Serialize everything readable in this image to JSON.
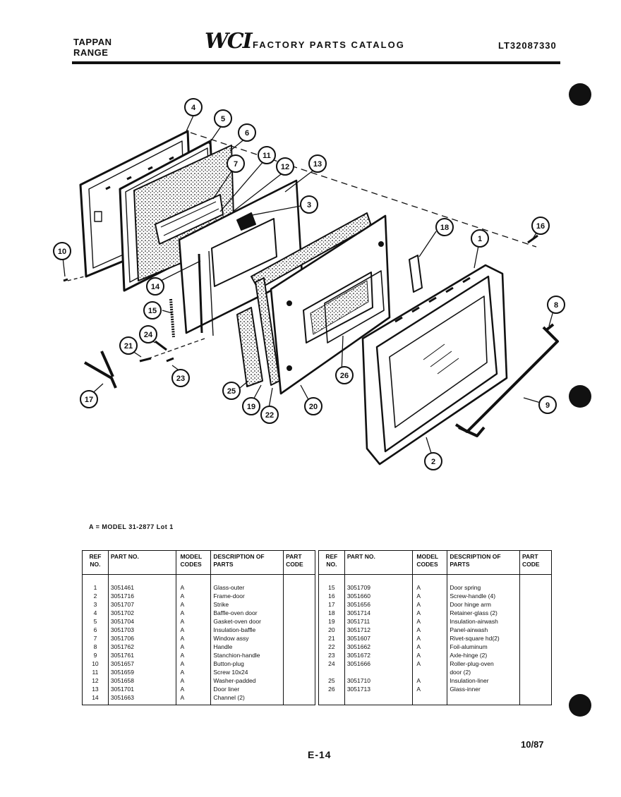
{
  "header": {
    "brand_line1": "TAPPAN",
    "brand_line2": "RANGE",
    "logo": "WCI",
    "catalog_title": "FACTORY PARTS CATALOG",
    "doc_number": "LT32087330"
  },
  "diagram": {
    "callouts": [
      "1",
      "2",
      "3",
      "4",
      "5",
      "6",
      "7",
      "8",
      "9",
      "10",
      "11",
      "12",
      "13",
      "14",
      "15",
      "16",
      "17",
      "18",
      "19",
      "20",
      "21",
      "22",
      "23",
      "24",
      "25",
      "26"
    ]
  },
  "model_note": "A = MODEL 31-2877  Lot 1",
  "table": {
    "headers": {
      "ref": "REF NO.",
      "part": "PART NO.",
      "model": "MODEL CODES",
      "desc": "DESCRIPTION OF PARTS",
      "code": "PART CODE"
    },
    "rows": [
      {
        "l_ref": "1",
        "l_part": "3051461",
        "l_model": "A",
        "l_desc": "Glass-outer",
        "r_ref": "15",
        "r_part": "3051709",
        "r_model": "A",
        "r_desc": "Door spring"
      },
      {
        "l_ref": "2",
        "l_part": "3051716",
        "l_model": "A",
        "l_desc": "Frame-door",
        "r_ref": "16",
        "r_part": "3051660",
        "r_model": "A",
        "r_desc": "Screw-handle (4)"
      },
      {
        "l_ref": "3",
        "l_part": "3051707",
        "l_model": "A",
        "l_desc": "Strike",
        "r_ref": "17",
        "r_part": "3051656",
        "r_model": "A",
        "r_desc": "Door hinge arm"
      },
      {
        "l_ref": "4",
        "l_part": "3051702",
        "l_model": "A",
        "l_desc": "Baffle-oven door",
        "r_ref": "18",
        "r_part": "3051714",
        "r_model": "A",
        "r_desc": "Retainer-glass (2)"
      },
      {
        "l_ref": "5",
        "l_part": "3051704",
        "l_model": "A",
        "l_desc": "Gasket-oven door",
        "r_ref": "19",
        "r_part": "3051711",
        "r_model": "A",
        "r_desc": "Insulation-airwash"
      },
      {
        "l_ref": "6",
        "l_part": "3051703",
        "l_model": "A",
        "l_desc": "Insulation-baffle",
        "r_ref": "20",
        "r_part": "3051712",
        "r_model": "A",
        "r_desc": "Panel-airwash"
      },
      {
        "l_ref": "7",
        "l_part": "3051706",
        "l_model": "A",
        "l_desc": "Window assy",
        "r_ref": "21",
        "r_part": "3051607",
        "r_model": "A",
        "r_desc": "Rivet-square hd(2)"
      },
      {
        "l_ref": "8",
        "l_part": "3051762",
        "l_model": "A",
        "l_desc": "Handle",
        "r_ref": "22",
        "r_part": "3051662",
        "r_model": "A",
        "r_desc": "Foil-aluminum"
      },
      {
        "l_ref": "9",
        "l_part": "3051761",
        "l_model": "A",
        "l_desc": "Stanchion-handle",
        "r_ref": "23",
        "r_part": "3051672",
        "r_model": "A",
        "r_desc": "Axle-hinge (2)"
      },
      {
        "l_ref": "10",
        "l_part": "3051657",
        "l_model": "A",
        "l_desc": "Button-plug",
        "r_ref": "24",
        "r_part": "3051666",
        "r_model": "A",
        "r_desc": "Roller-plug-oven"
      },
      {
        "l_ref": "11",
        "l_part": "3051659",
        "l_model": "A",
        "l_desc": "Screw 10x24",
        "r_ref": "",
        "r_part": "",
        "r_model": "",
        "r_desc": "door (2)"
      },
      {
        "l_ref": "12",
        "l_part": "3051658",
        "l_model": "A",
        "l_desc": "Washer-padded",
        "r_ref": "25",
        "r_part": "3051710",
        "r_model": "A",
        "r_desc": "Insulation-liner"
      },
      {
        "l_ref": "13",
        "l_part": "3051701",
        "l_model": "A",
        "l_desc": "Door liner",
        "r_ref": "26",
        "r_part": "3051713",
        "r_model": "A",
        "r_desc": "Glass-inner"
      },
      {
        "l_ref": "14",
        "l_part": "3051663",
        "l_model": "A",
        "l_desc": "Channel (2)",
        "r_ref": "",
        "r_part": "",
        "r_model": "",
        "r_desc": ""
      }
    ]
  },
  "footer": {
    "page": "E-14",
    "date": "10/87"
  }
}
